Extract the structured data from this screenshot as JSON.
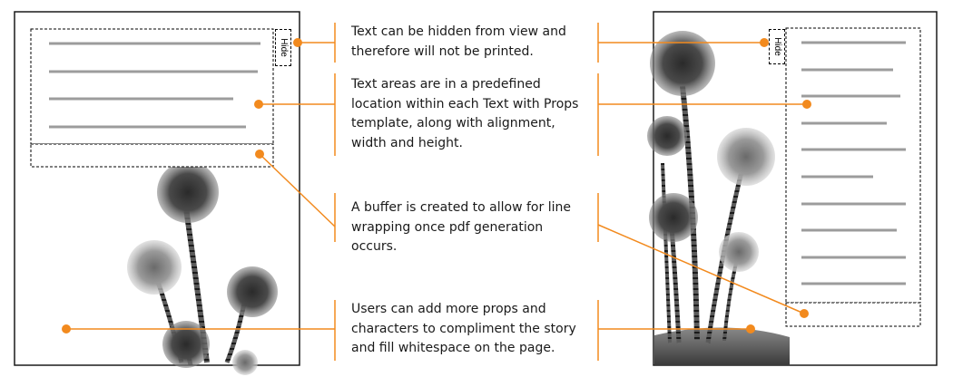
{
  "notes": {
    "hidden_text": "Text can be hidden from view and therefore will not be printed.",
    "text_areas": "Text areas are in a predefined location within each Text with Props template, along with alignment, width and height.",
    "buffer": "A buffer is created to allow for line wrapping once pdf generation occurs.",
    "props": "Users can add more props and characters to compliment the story and fill whitespace on the page."
  },
  "hide_label": "Hide",
  "colors": {
    "accent": "#f28a1e",
    "frame": "#1a1a1a",
    "text_line": "#9c9c9c",
    "text": "#1a1a1a"
  },
  "icons": {
    "tree": "truffula-tree-illustration",
    "marker": "orange-dot-marker"
  }
}
